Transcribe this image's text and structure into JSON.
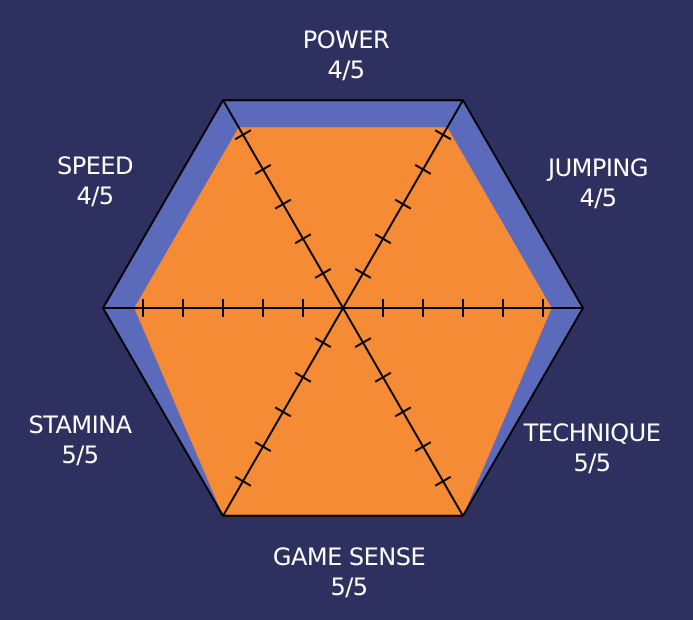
{
  "colors": {
    "background": "#2e3060",
    "max_area": "#5b6aba",
    "value_area": "#f58b35",
    "lines": "#000000",
    "text": "#ffffff"
  },
  "chart_data": {
    "type": "radar",
    "title": "",
    "max": 5,
    "axes": [
      {
        "name": "POWER",
        "score": "4/5",
        "value": 4
      },
      {
        "name": "JUMPING",
        "score": "4/5",
        "value": 4
      },
      {
        "name": "TECHNIQUE",
        "score": "5/5",
        "value": 5
      },
      {
        "name": "GAME SENSE",
        "score": "5/5",
        "value": 5
      },
      {
        "name": "STAMINA",
        "score": "5/5",
        "value": 5
      },
      {
        "name": "SPEED",
        "score": "4/5",
        "value": 4
      }
    ]
  }
}
